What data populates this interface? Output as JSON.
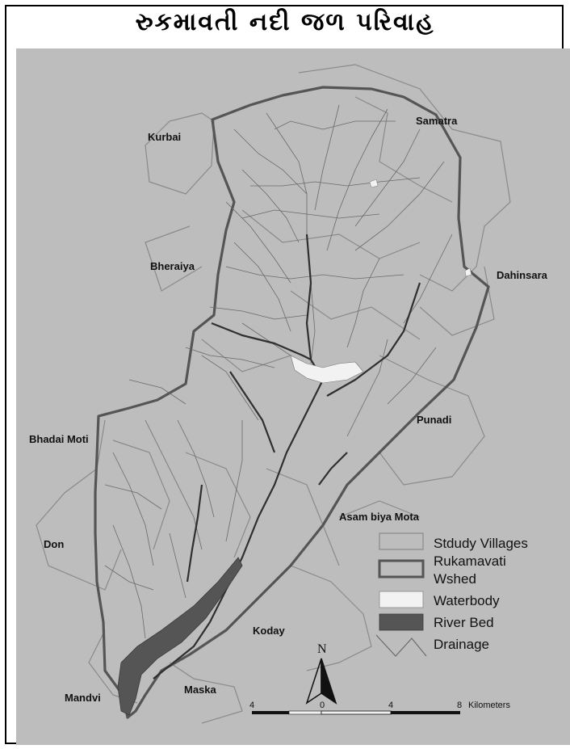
{
  "title": "રુકમાવતી નદી જળ પરિવાહ",
  "villages": {
    "kurbai": "Kurbai",
    "samatra": "Samatra",
    "bheraiya": "Bheraiya",
    "dahinsara": "Dahinsara",
    "bhadai_moti": "Bhadai Moti",
    "punadi": "Punadi",
    "asambiya_mota": "Asam biya Mota",
    "don": "Don",
    "koday": "Koday",
    "maska": "Maska",
    "mandvi": "Mandvi"
  },
  "legend": {
    "villages": "Stdudy Villages",
    "wshed_1": "Rukamavati",
    "wshed_2": "Wshed",
    "waterbody": "Waterbody",
    "riverbed": "River Bed",
    "drainage": "Drainage"
  },
  "north": "N",
  "scalebar": {
    "ticks": [
      "4",
      "0",
      "4",
      "8"
    ],
    "unit": "Kilometers"
  },
  "colors": {
    "background": "#bdbdbd",
    "village_outline": "#8a8a8a",
    "watershed_outline": "#555555",
    "waterbody": "#f2f2f2",
    "riverbed": "#555555",
    "drainage": "#6a6a6a"
  }
}
